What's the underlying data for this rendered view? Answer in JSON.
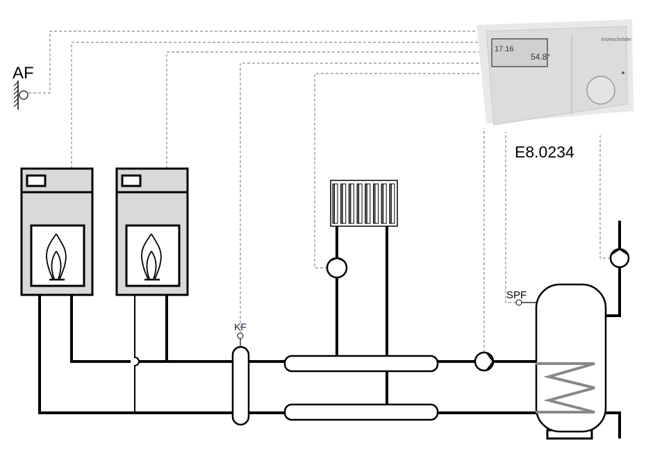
{
  "labels": {
    "outdoor_sensor": "AF",
    "boiler_sensor": "KF",
    "storage_sensor": "SPF",
    "controller_model": "E8.0234"
  },
  "controller": {
    "display_left": "17.16",
    "display_right": "54.8°",
    "brand": "kromschröder"
  },
  "colors": {
    "pipe": "#000000",
    "signal_line": "#888888",
    "boiler_fill": "#d9d8db",
    "controller_body": "#dedfe0",
    "coil": "#9a9a9a"
  }
}
